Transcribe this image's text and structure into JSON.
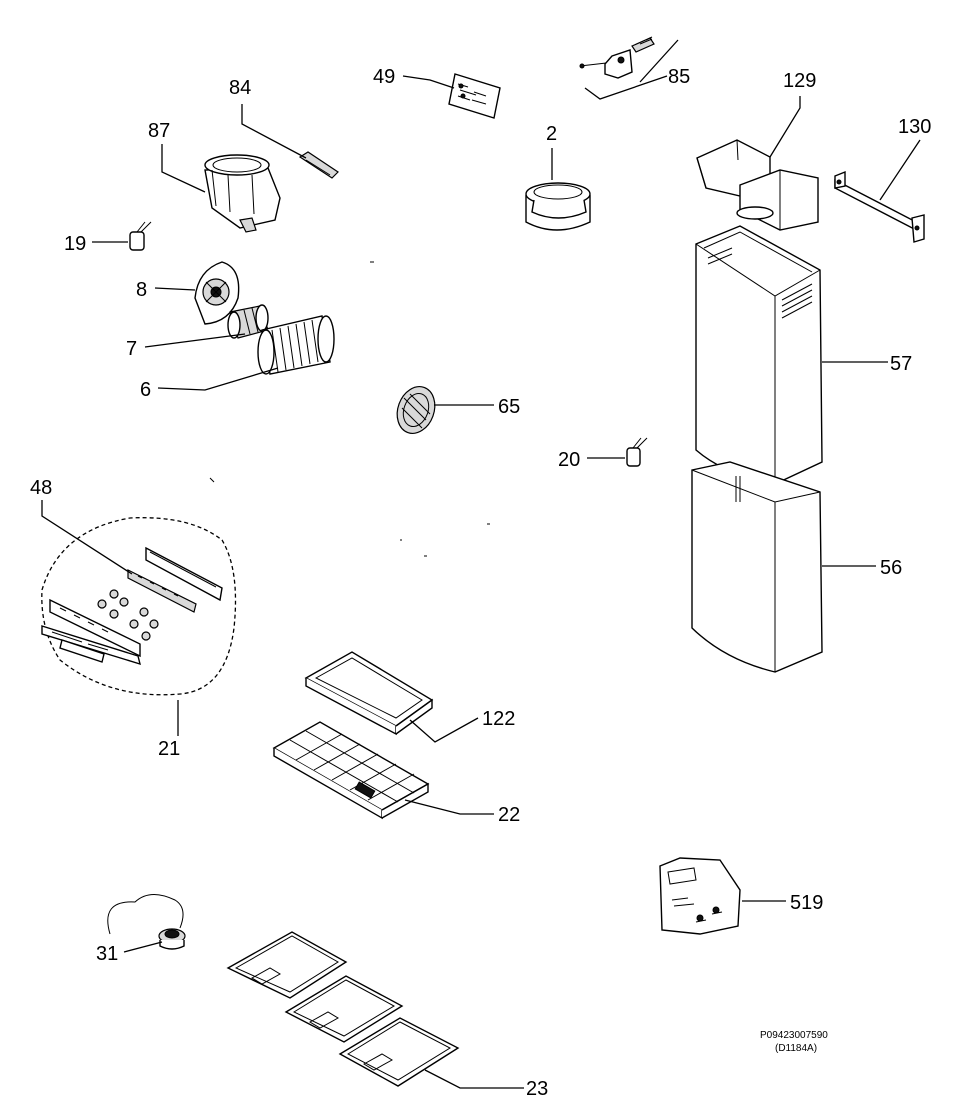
{
  "diagram": {
    "parts": [
      {
        "id": "p84",
        "label": "84",
        "icon": "clip-icon"
      },
      {
        "id": "p49",
        "label": "49",
        "icon": "label-plate-icon"
      },
      {
        "id": "p85",
        "label": "85",
        "icon": "bracket-screws-icon"
      },
      {
        "id": "p129",
        "label": "129",
        "icon": "duct-adapter-icon"
      },
      {
        "id": "p130",
        "label": "130",
        "icon": "mounting-bracket-icon"
      },
      {
        "id": "p87",
        "label": "87",
        "icon": "motor-housing-icon"
      },
      {
        "id": "p2",
        "label": "2",
        "icon": "collar-ring-icon"
      },
      {
        "id": "p19",
        "label": "19",
        "icon": "capacitor-icon"
      },
      {
        "id": "p8",
        "label": "8",
        "icon": "motor-flange-icon"
      },
      {
        "id": "p7",
        "label": "7",
        "icon": "motor-icon"
      },
      {
        "id": "p6",
        "label": "6",
        "icon": "fan-wheel-icon"
      },
      {
        "id": "p57",
        "label": "57",
        "icon": "upper-chimney-icon"
      },
      {
        "id": "p65",
        "label": "65",
        "icon": "grille-icon"
      },
      {
        "id": "p20",
        "label": "20",
        "icon": "capacitor-icon"
      },
      {
        "id": "p48",
        "label": "48",
        "icon": "control-board-icon"
      },
      {
        "id": "p56",
        "label": "56",
        "icon": "lower-chimney-icon"
      },
      {
        "id": "p21",
        "label": "21",
        "icon": "filter-frame-icon"
      },
      {
        "id": "p122",
        "label": "122",
        "icon": "control-kit-icon"
      },
      {
        "id": "p22",
        "label": "22",
        "icon": "carbon-filter-icon"
      },
      {
        "id": "p519",
        "label": "519",
        "icon": "screw-bag-icon"
      },
      {
        "id": "p31",
        "label": "31",
        "icon": "lamp-socket-icon"
      },
      {
        "id": "p23",
        "label": "23",
        "icon": "grease-filter-icon"
      }
    ],
    "ref_code": "P09423007590",
    "ref_variant": "(D1184A)"
  }
}
